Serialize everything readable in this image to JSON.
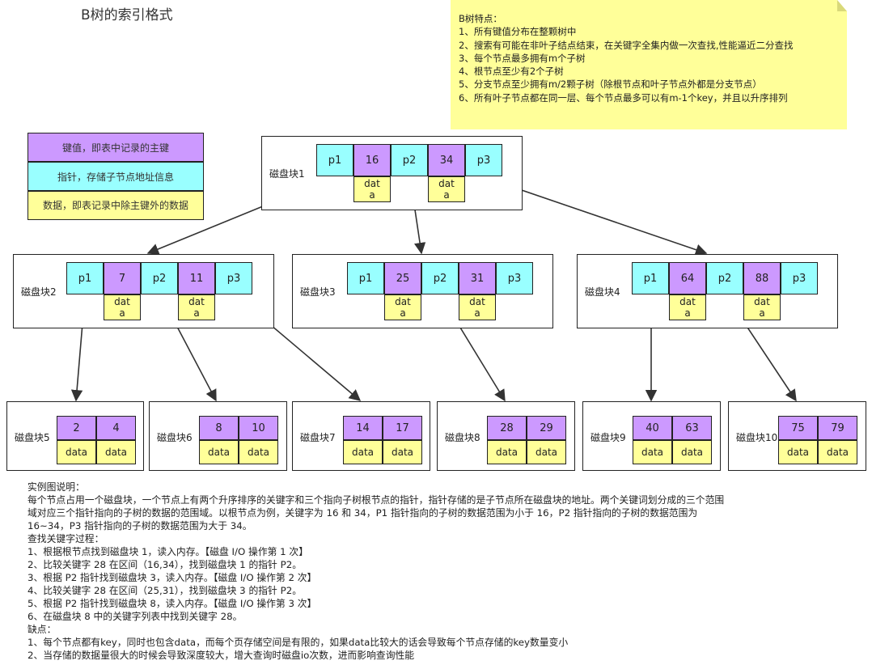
{
  "title": "B树的索引格式",
  "note": {
    "lines": [
      "B树特点：",
      "1、所有键值分布在整颗树中",
      "2、搜索有可能在非叶子结点结束，在关键字全集内做一次查找,性能逼近二分查找",
      "3、每个节点最多拥有m个子树",
      "4、根节点至少有2个子树",
      "5、分支节点至少拥有m/2颗子树（除根节点和叶子节点外都是分支节点）",
      "6、所有叶子节点都在同一层、每个节点最多可以有m-1个key，并且以升序排列"
    ]
  },
  "legend": {
    "key": "键值，即表中记录的主键",
    "pointer": "指针，存储子节点地址信息",
    "data": "数据，即表记录中除主键外的数据"
  },
  "colors": {
    "pointer": "#99ffff",
    "key": "#cc99ff",
    "data": "#ffff99",
    "note": "#ffff99"
  },
  "nodes": {
    "root": {
      "label": "磁盘块1",
      "p1": "p1",
      "k1": "16",
      "p2": "p2",
      "k2": "34",
      "p3": "p3",
      "d1": "dat\na",
      "d2": "dat\na"
    },
    "n2": {
      "label": "磁盘块2",
      "p1": "p1",
      "k1": "7",
      "p2": "p2",
      "k2": "11",
      "p3": "p3",
      "d1": "dat\na",
      "d2": "dat\na"
    },
    "n3": {
      "label": "磁盘块3",
      "p1": "p1",
      "k1": "25",
      "p2": "p2",
      "k2": "31",
      "p3": "p3",
      "d1": "dat\na",
      "d2": "dat\na"
    },
    "n4": {
      "label": "磁盘块4",
      "p1": "p1",
      "k1": "64",
      "p2": "p2",
      "k2": "88",
      "p3": "p3",
      "d1": "dat\na",
      "d2": "dat\na"
    }
  },
  "leaves": [
    {
      "label": "磁盘块5",
      "k1": "2",
      "k2": "4",
      "d1": "data",
      "d2": "data"
    },
    {
      "label": "磁盘块6",
      "k1": "8",
      "k2": "10",
      "d1": "data",
      "d2": "data"
    },
    {
      "label": "磁盘块7",
      "k1": "14",
      "k2": "17",
      "d1": "data",
      "d2": "data"
    },
    {
      "label": "磁盘块8",
      "k1": "28",
      "k2": "29",
      "d1": "data",
      "d2": "data"
    },
    {
      "label": "磁盘块9",
      "k1": "40",
      "k2": "63",
      "d1": "data",
      "d2": "data"
    },
    {
      "label": "磁盘块10",
      "k1": "75",
      "k2": "79",
      "d1": "data",
      "d2": "data"
    }
  ],
  "description": {
    "lines": [
      "实例图说明：",
      "每个节点占用一个磁盘块，一个节点上有两个升序排序的关键字和三个指向子树根节点的指针，指针存储的是子节点所在磁盘块的地址。两个关键词划分成的三个范围",
      "域对应三个指针指向的子树的数据的范围域。以根节点为例，关键字为 16 和 34，P1 指针指向的子树的数据范围为小于 16，P2 指针指向的子树的数据范围为",
      "16~34，P3 指针指向的子树的数据范围为大于 34。",
      "查找关键字过程：",
      "1、根据根节点找到磁盘块 1，读入内存。【磁盘 I/O 操作第 1 次】",
      "2、比较关键字 28 在区间（16,34），找到磁盘块 1 的指针 P2。",
      "3、根据 P2 指针找到磁盘块 3，读入内存。【磁盘 I/O 操作第 2 次】",
      "4、比较关键字 28 在区间（25,31），找到磁盘块 3 的指针 P2。",
      "5、根据 P2 指针找到磁盘块 8，读入内存。【磁盘 I/O 操作第 3 次】",
      "6、在磁盘块 8 中的关键字列表中找到关键字 28。",
      "缺点：",
      "1、每个节点都有key，同时也包含data，而每个页存储空间是有限的，如果data比较大的话会导致每个节点存储的key数量变小",
      "2、当存储的数据量很大的时候会导致深度较大，增大查询时磁盘io次数，进而影响查询性能"
    ]
  }
}
